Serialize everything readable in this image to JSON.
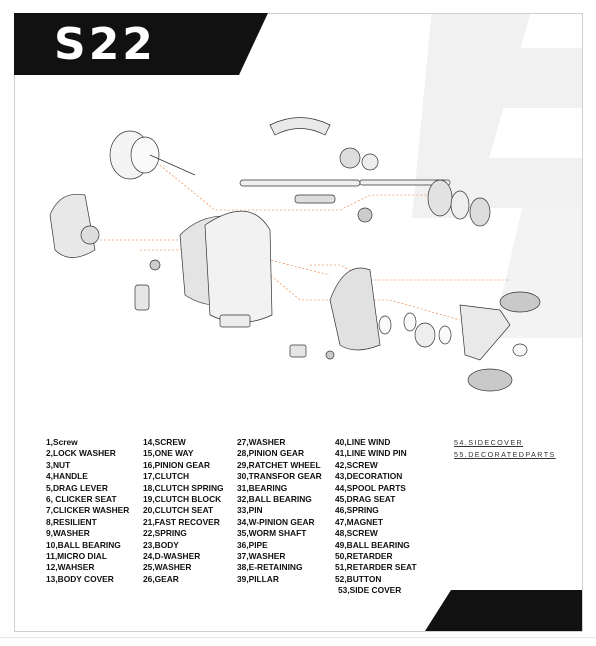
{
  "title": "S22",
  "parts_columns": [
    [
      "1,Screw",
      "2,LOCK WASHER",
      "3,NUT",
      "4,HANDLE",
      "5,DRAG LEVER",
      "6, CLICKER SEAT",
      "7,CLICKER WASHER",
      "8,RESILIENT",
      "9,WASHER",
      "10,BALL BEARING",
      "11,MICRO DIAL",
      "12,WAHSER",
      "13,BODY COVER"
    ],
    [
      "14,SCREW",
      "15,ONE WAY",
      "16,PINION GEAR",
      "17,CLUTCH",
      "18,CLUTCH SPRING",
      "19,CLUTCH BLOCK",
      "20,CLUTCH SEAT",
      "21,FAST RECOVER",
      "22,SPRING",
      "23,BODY",
      "24,D-WASHER",
      "25,WASHER",
      "26,GEAR"
    ],
    [
      "27,WASHER",
      "28,PINION GEAR",
      "29,RATCHET WHEEL",
      "30,TRANSFOR GEAR",
      "31,BEARING",
      "32,BALL BEARING",
      "33,PIN",
      "34,W-PINION GEAR",
      "35,WORM SHAFT",
      "36,PIPE",
      "37,WASHER",
      "38,E-RETAINING",
      "39,PILLAR"
    ],
    [
      "40,LINE WIND",
      "41,LINE WIND PIN",
      "42,SCREW",
      "43,DECORATION",
      "44,SPOOL PARTS",
      "45,DRAG SEAT",
      "46,SPRING",
      "47,MAGNET",
      "48,SCREW",
      "49,BALL BEARING",
      "50,RETARDER",
      "51,RETARDER SEAT",
      "52,BUTTON",
      "53,SIDE COVER"
    ],
    [
      "54.SIDECOVER",
      "55.DECORATEDPARTS"
    ]
  ],
  "colors": {
    "banner": "#111111",
    "accent": "#e8762d",
    "watermark": "#f1f1f1"
  },
  "icons": {
    "watermark": "brand-logo-watermark",
    "diagram": "exploded-reel-diagram"
  }
}
